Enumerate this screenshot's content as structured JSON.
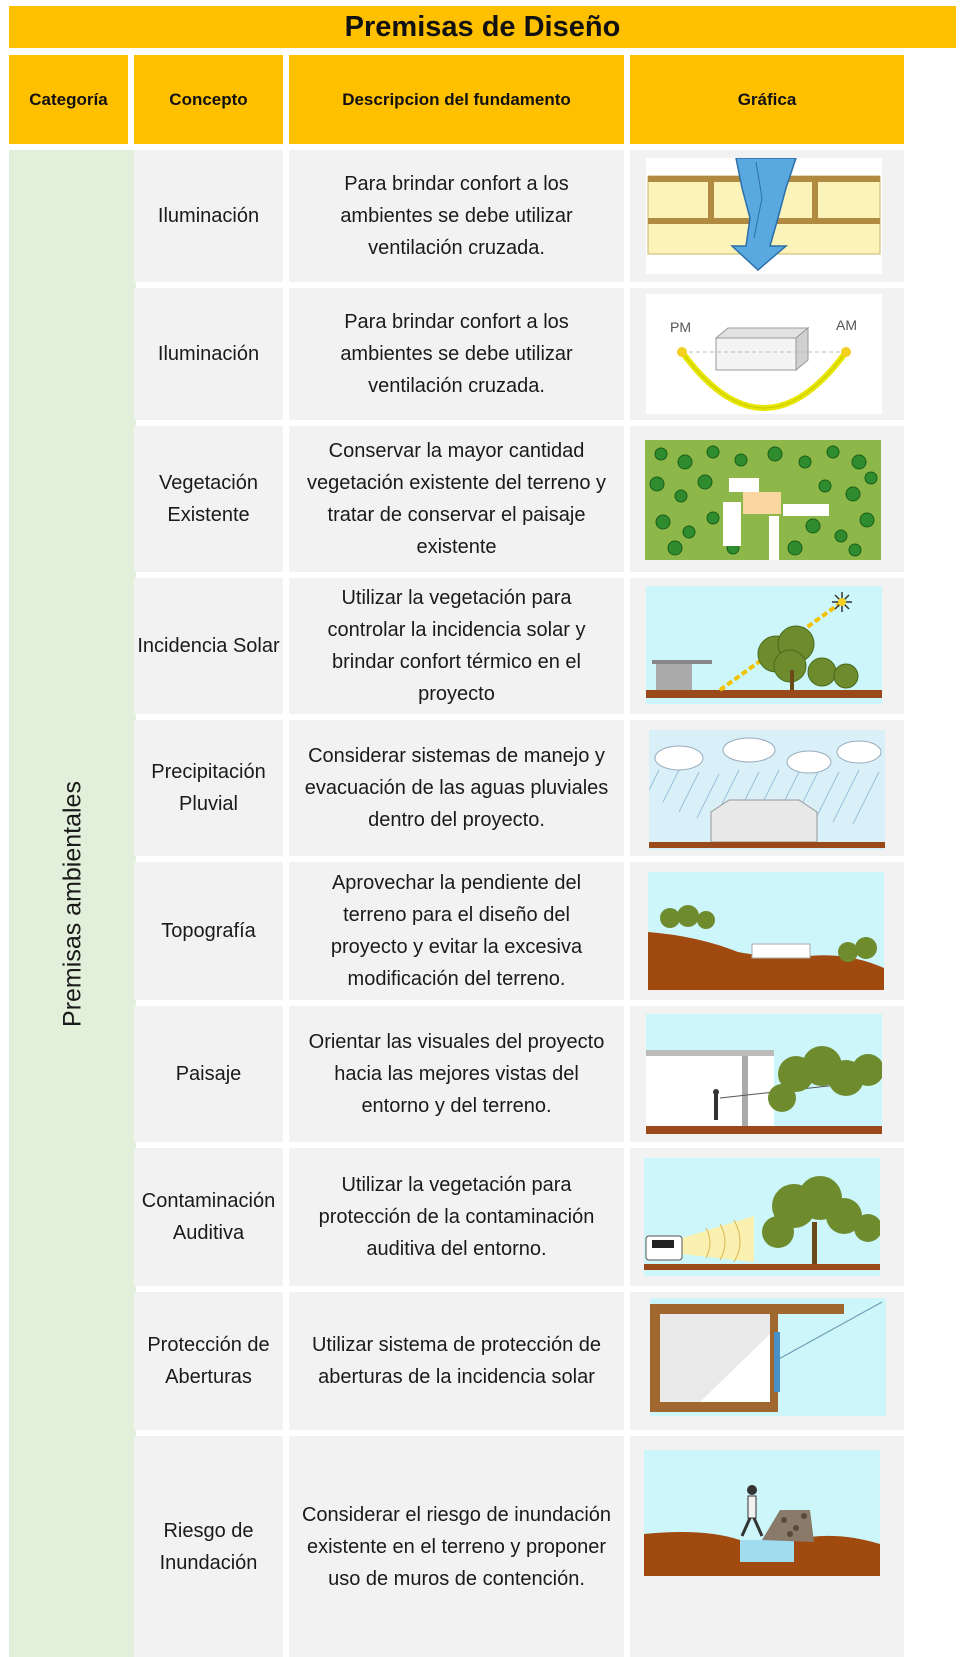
{
  "title": "Premisas de Diseño",
  "headers": {
    "categoria": "Categoría",
    "concepto": "Concepto",
    "descripcion": "Descripcion del fundamento",
    "grafica": "Gráfica"
  },
  "category": "Premisas ambientales",
  "sun_labels": {
    "pm": "PM",
    "am": "AM"
  },
  "colors": {
    "header": "#FFC000",
    "category_bg": "#E2EFDA",
    "cell_bg": "#F2F2F2"
  },
  "rows": [
    {
      "concepto": "Iluminación",
      "descripcion": "Para brindar confort a los ambientes se debe utilizar ventilación cruzada.",
      "grafica": "cross-ventilation-diagram"
    },
    {
      "concepto": "Iluminación",
      "descripcion": "Para brindar confort a los ambientes se debe utilizar ventilación cruzada.",
      "grafica": "sun-path-diagram"
    },
    {
      "concepto": "Vegetación Existente",
      "descripcion": "Conservar la mayor cantidad vegetación existente del terreno y tratar de conservar el paisaje existente",
      "grafica": "site-vegetation-plan"
    },
    {
      "concepto": "Incidencia Solar",
      "descripcion": "Utilizar la vegetación para controlar la incidencia solar y brindar confort térmico en el proyecto",
      "grafica": "solar-incidence-section"
    },
    {
      "concepto": "Precipitación Pluvial",
      "descripcion": "Considerar sistemas de manejo y evacuación de las aguas pluviales dentro del proyecto.",
      "grafica": "rain-section"
    },
    {
      "concepto": "Topografía",
      "descripcion": "Aprovechar la pendiente del terreno para el diseño del proyecto y evitar la excesiva modificación del terreno.",
      "grafica": "topography-section"
    },
    {
      "concepto": "Paisaje",
      "descripcion": "Orientar las visuales del proyecto hacia las mejores vistas del entorno y del terreno.",
      "grafica": "landscape-view-section"
    },
    {
      "concepto": "Contaminación Auditiva",
      "descripcion": "Utilizar la vegetación para protección de la contaminación auditiva del entorno.",
      "grafica": "noise-barrier-section"
    },
    {
      "concepto": "Protección de Aberturas",
      "descripcion": "Utilizar sistema de protección de aberturas de la incidencia solar",
      "grafica": "overhang-section"
    },
    {
      "concepto": "Riesgo de Inundación",
      "descripcion": "Considerar el riesgo de inundación existente en el terreno y proponer uso de muros de contención.",
      "grafica": "flood-wall-section"
    }
  ]
}
